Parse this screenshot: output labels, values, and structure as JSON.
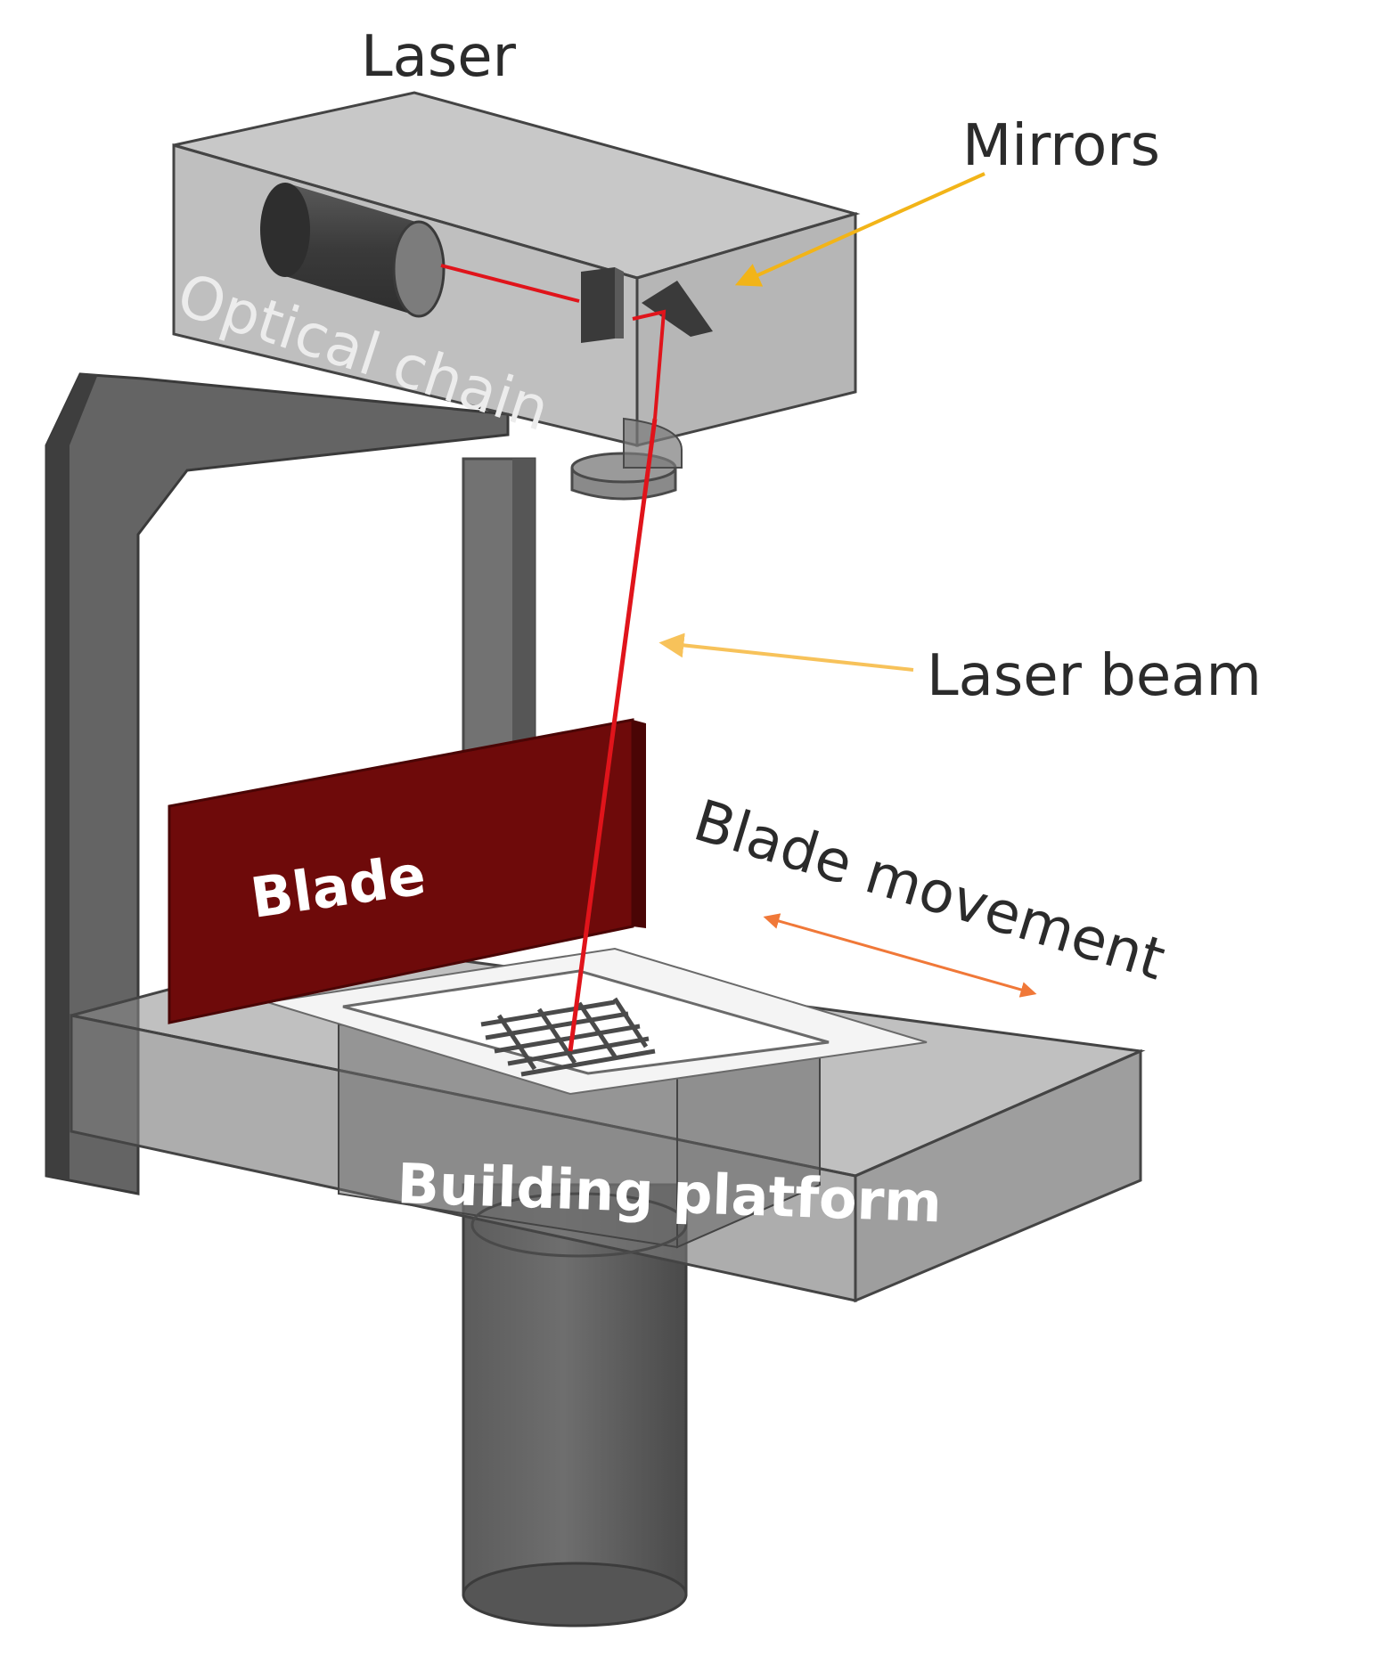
{
  "labels": {
    "laser": "Laser",
    "mirrors": "Mirrors",
    "optical_chain": "Optical chain",
    "laser_beam": "Laser beam",
    "blade": "Blade",
    "blade_movement": "Blade movement",
    "building_platform": "Building platform"
  },
  "colors": {
    "laser_beam": "#e0141b",
    "blade": "#6e0a0a",
    "mirrors_arrow": "#f2b418",
    "laser_beam_arrow": "#f7c25a",
    "blade_movement_arrow": "#f07838",
    "frame": "#555555",
    "housing": "#8a8a8a"
  }
}
